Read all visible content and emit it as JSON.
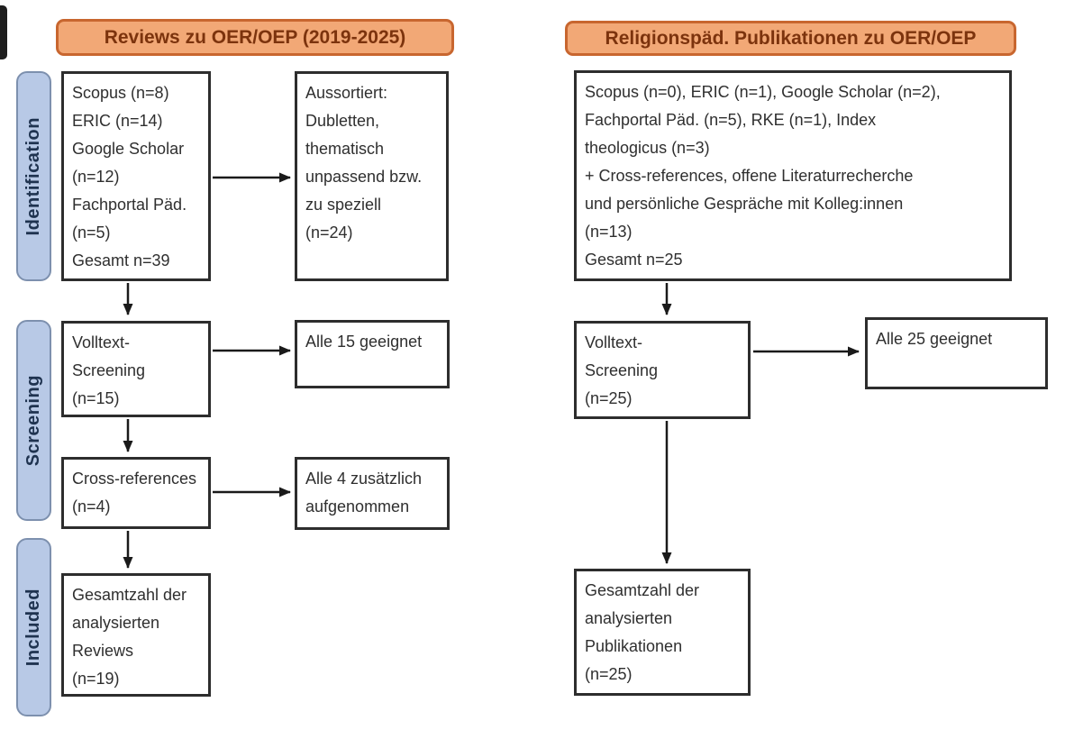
{
  "colors": {
    "header_fill": "#f2a876",
    "header_border": "#c8662f",
    "header_text": "#7c330d",
    "stage_fill": "#b8c9e6",
    "stage_border": "#7d90ae",
    "stage_text": "#1f3350",
    "box_border": "#2d2d2d",
    "box_text": "#2f2f2f",
    "arrow": "#1a1a1a"
  },
  "headers": {
    "left": "Reviews zu OER/OEP (2019-2025)",
    "right": "Religionspäd. Publikationen zu OER/OEP"
  },
  "stages": {
    "identification": "Identification",
    "screening": "Screening",
    "included": "Included"
  },
  "boxes": {
    "reviews_sources": "Scopus (n=8)\nERIC (n=14)\nGoogle Scholar\n(n=12)\nFachportal Päd.\n(n=5)\nGesamt n=39",
    "reviews_excluded": "Aussortiert:\nDubletten,\nthematisch\nunpassend bzw.\nzu speziell\n(n=24)",
    "reviews_fulltext": "Volltext-\nScreening\n(n=15)",
    "reviews_eligible": "Alle 15 geeignet",
    "reviews_crossref": "Cross-references\n(n=4)",
    "reviews_crossref_added": "Alle 4 zusätzlich\naufgenommen",
    "reviews_total": "Gesamtzahl der\nanalysierten\nReviews\n(n=19)",
    "relpaed_sources": "Scopus (n=0), ERIC (n=1), Google Scholar (n=2),\nFachportal Päd. (n=5), RKE (n=1), Index\ntheologicus (n=3)\n+ Cross-references, offene Literaturrecherche\nund persönliche Gespräche mit Kolleg:innen\n(n=13)\nGesamt n=25",
    "relpaed_fulltext": "Volltext-\nScreening\n(n=25)",
    "relpaed_eligible": "Alle 25 geeignet",
    "relpaed_total": "Gesamtzahl der\nanalysierten\nPublikationen\n(n=25)"
  }
}
